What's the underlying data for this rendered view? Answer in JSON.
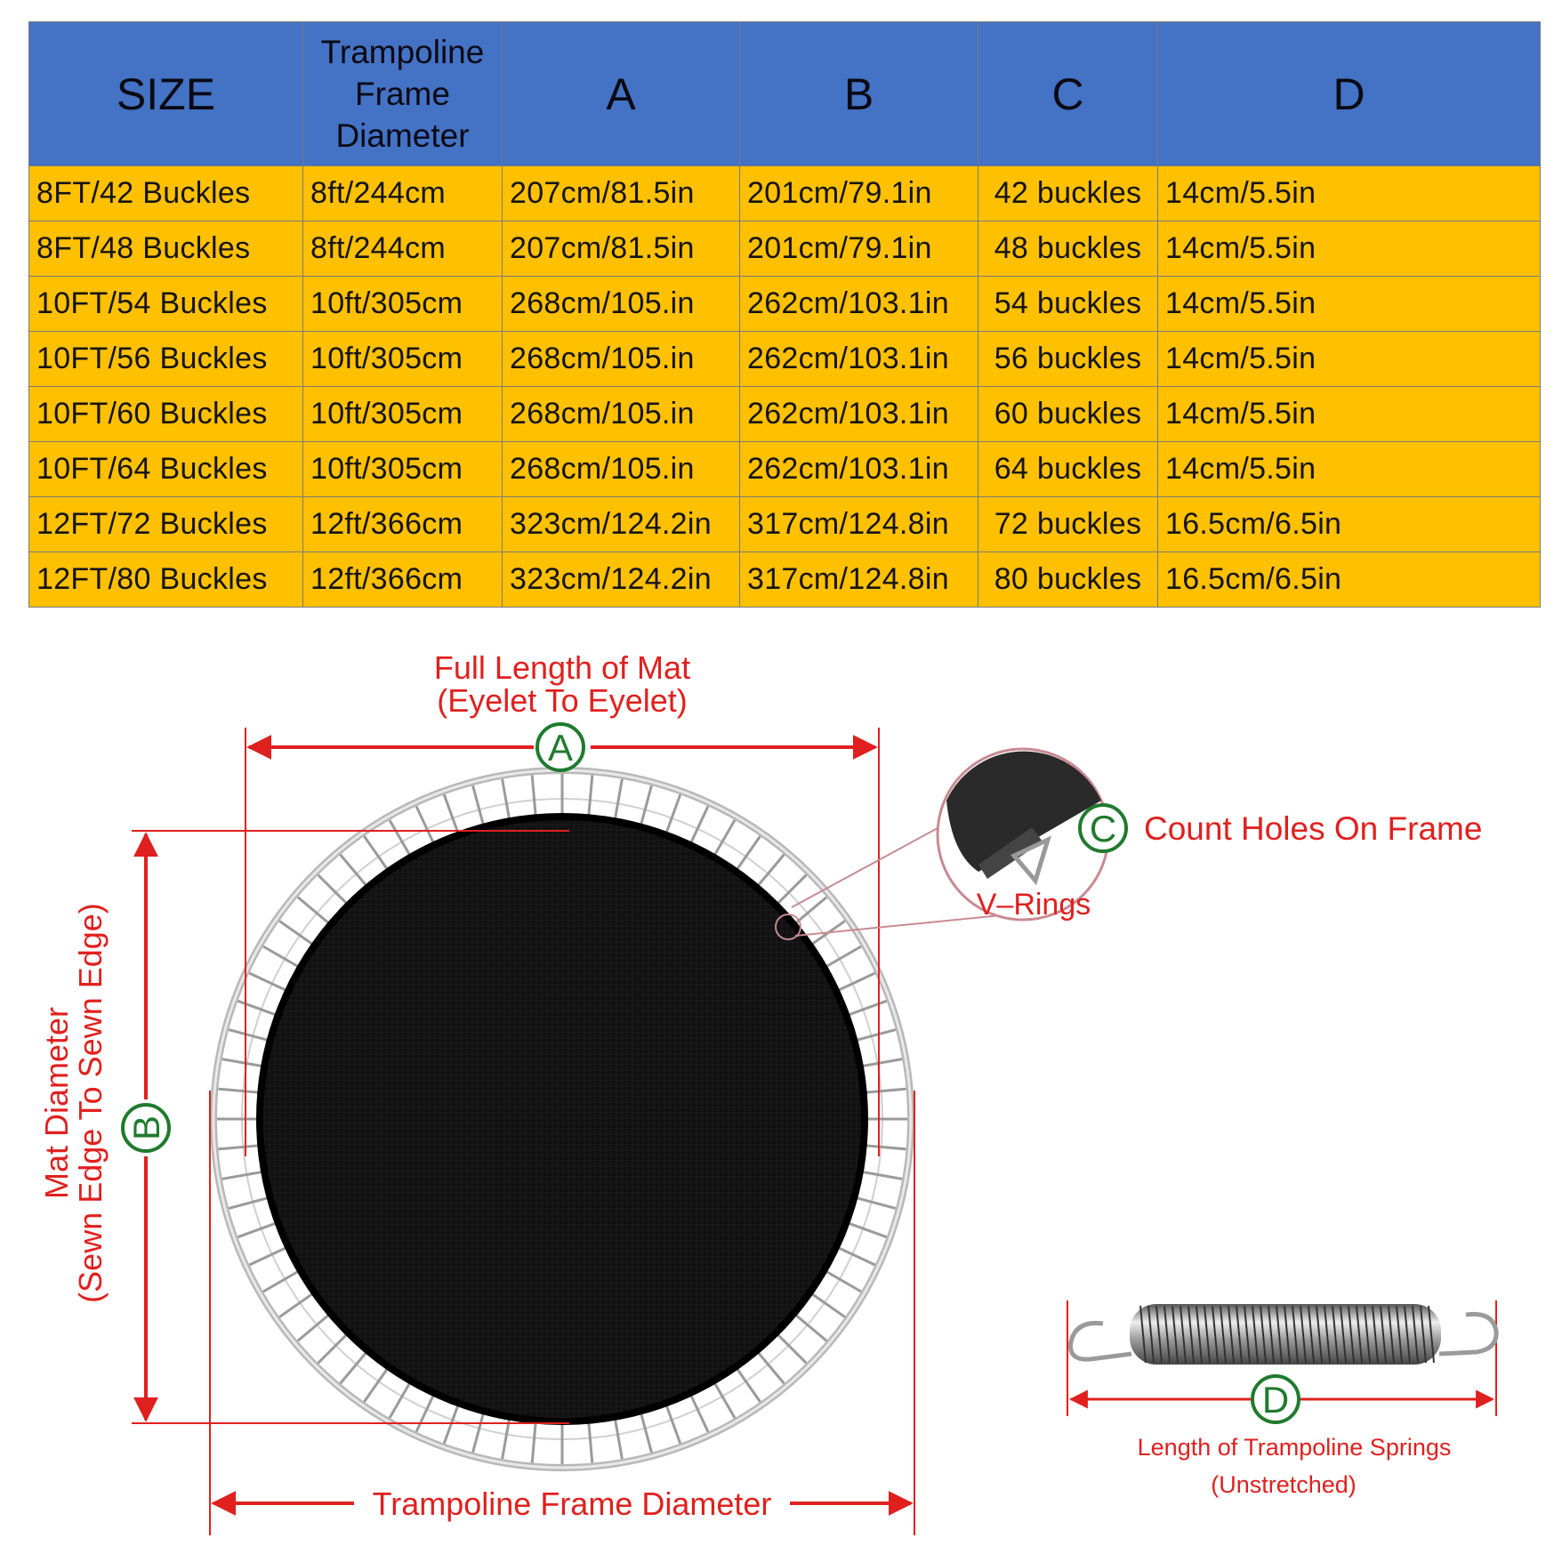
{
  "table": {
    "headers": [
      "SIZE",
      "Trampoline\nFrame\nDiameter",
      "A",
      "B",
      "C",
      "D"
    ],
    "rows": [
      [
        "8FT/42 Buckles",
        "8ft/244cm",
        "207cm/81.5in",
        "201cm/79.1in",
        "42 buckles",
        "14cm/5.5in"
      ],
      [
        "8FT/48 Buckles",
        "8ft/244cm",
        "207cm/81.5in",
        "201cm/79.1in",
        "48 buckles",
        "14cm/5.5in"
      ],
      [
        "10FT/54 Buckles",
        "10ft/305cm",
        "268cm/105.in",
        "262cm/103.1in",
        "54 buckles",
        "14cm/5.5in"
      ],
      [
        "10FT/56 Buckles",
        "10ft/305cm",
        "268cm/105.in",
        "262cm/103.1in",
        "56 buckles",
        "14cm/5.5in"
      ],
      [
        "10FT/60 Buckles",
        "10ft/305cm",
        "268cm/105.in",
        "262cm/103.1in",
        "60 buckles",
        "14cm/5.5in"
      ],
      [
        "10FT/64 Buckles",
        "10ft/305cm",
        "268cm/105.in",
        "262cm/103.1in",
        "64 buckles",
        "14cm/5.5in"
      ],
      [
        "12FT/72 Buckles",
        "12ft/366cm",
        "323cm/124.2in",
        "317cm/124.8in",
        "72 buckles",
        "16.5cm/6.5in"
      ],
      [
        "12FT/80 Buckles",
        "12ft/366cm",
        "323cm/124.2in",
        "317cm/124.8in",
        "80 buckles",
        "16.5cm/6.5in"
      ]
    ]
  },
  "diagram": {
    "label_a_line1": "Full Length of Mat",
    "label_a_line2": "(Eyelet To Eyelet)",
    "letter_a": "A",
    "letter_b": "B",
    "letter_c": "C",
    "letter_d": "D",
    "label_b_line1": "Mat Diameter",
    "label_b_line2": "(Sewn Edge To Sewn Edge)",
    "label_c": "Count Holes On Frame",
    "label_vrings": "V–Rings",
    "label_frame": "Trampoline Frame Diameter",
    "label_d_line1": "Length of Trampoline Springs",
    "label_d_line2": "(Unstretched)"
  },
  "colors": {
    "header_bg": "#4472c4",
    "row_bg": "#ffc000",
    "annotation_red": "#e0201e",
    "letter_green": "#1f7a2e"
  }
}
